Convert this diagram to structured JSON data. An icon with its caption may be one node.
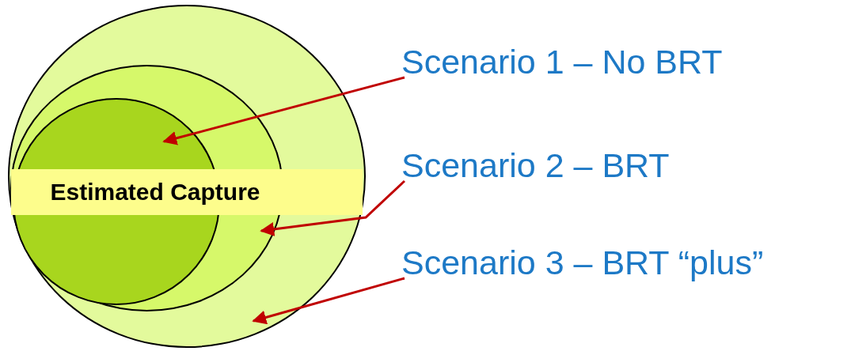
{
  "diagram": {
    "nodes": [
      {
        "text": [],
        "shape": "circle"
      },
      {
        "text": [],
        "shape": "circle",
        "in": 0
      },
      {
        "text": [],
        "shape": "circle",
        "in": 1
      },
      {
        "text": [
          "Estimated Capture"
        ],
        "in": 0
      },
      {
        "text": [
          "Scenario 1 – No BRT"
        ]
      },
      {
        "text": [
          "Scenario 2 – BRT"
        ]
      },
      {
        "text": [
          "Scenario 3 – BRT “plus”"
        ]
      }
    ],
    "edges": [
      {
        "from": 4,
        "to": 2,
        "arrow": "to"
      },
      {
        "from": 5,
        "to": 1,
        "arrow": "to"
      },
      {
        "from": 6,
        "to": 0,
        "arrow": "to"
      }
    ]
  }
}
